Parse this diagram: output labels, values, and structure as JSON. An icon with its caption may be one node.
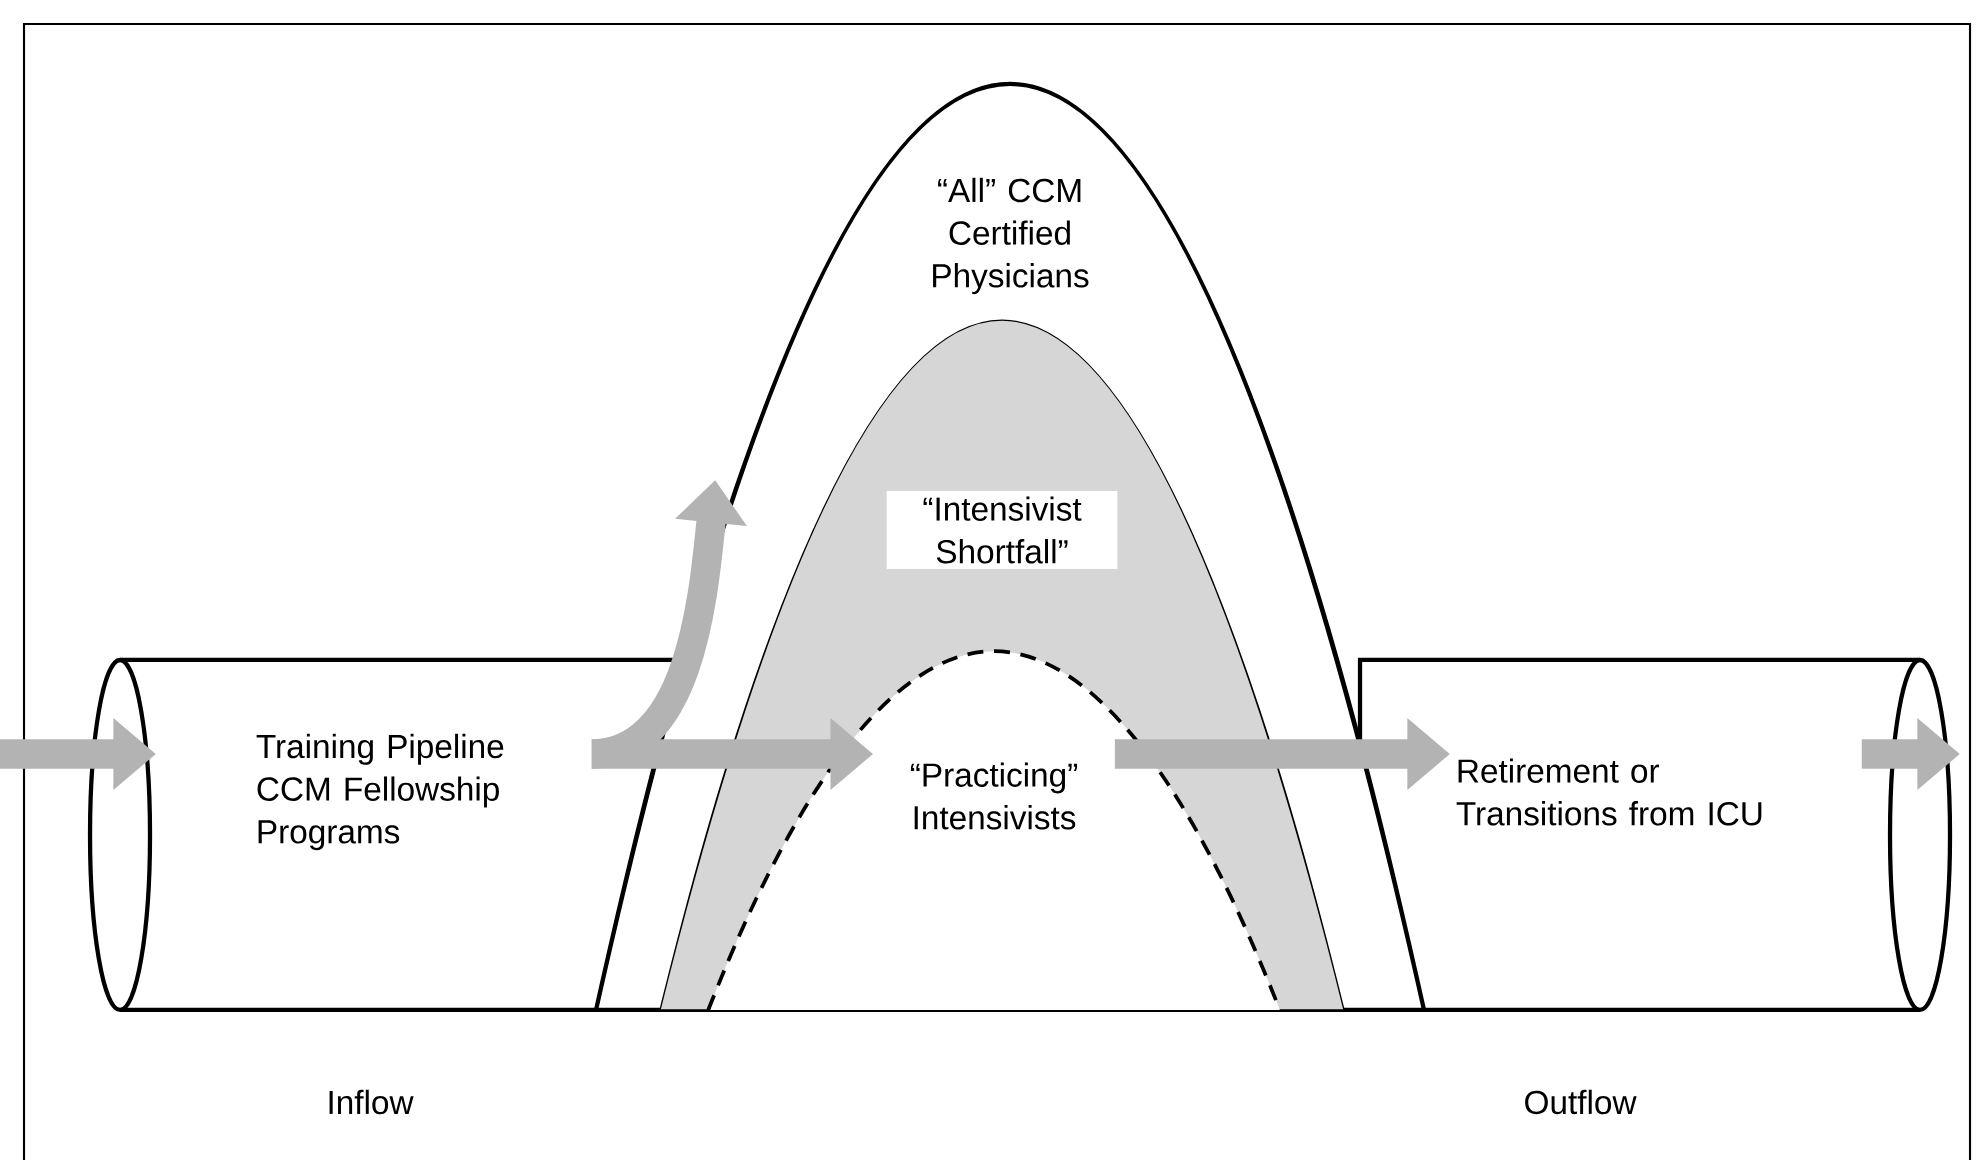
{
  "diagram": {
    "nodes": [
      {
        "text": [
          "“All” CCM Certified Physicians"
        ]
      },
      {
        "text": [
          "“Intensivist Shortfall”"
        ],
        "in": 0
      },
      {
        "text": [
          "“Practicing” Intensivists"
        ],
        "in": 1
      },
      {
        "text": [
          "Training Pipeline CCM Fellowship Programs"
        ],
        "beside": [
          "Inflow"
        ]
      },
      {
        "text": [
          "Retirement or Transitions from ICU"
        ],
        "beside": [
          "Outflow"
        ]
      }
    ],
    "edges": [
      {
        "from": null,
        "to": 3,
        "arrow": "to"
      },
      {
        "from": 3,
        "to": 2,
        "arrow": "to"
      },
      {
        "from": 3,
        "to": 0,
        "arrow": "to"
      },
      {
        "from": 2,
        "to": 4,
        "arrow": "to"
      },
      {
        "from": 4,
        "to": null,
        "arrow": "to"
      }
    ]
  }
}
